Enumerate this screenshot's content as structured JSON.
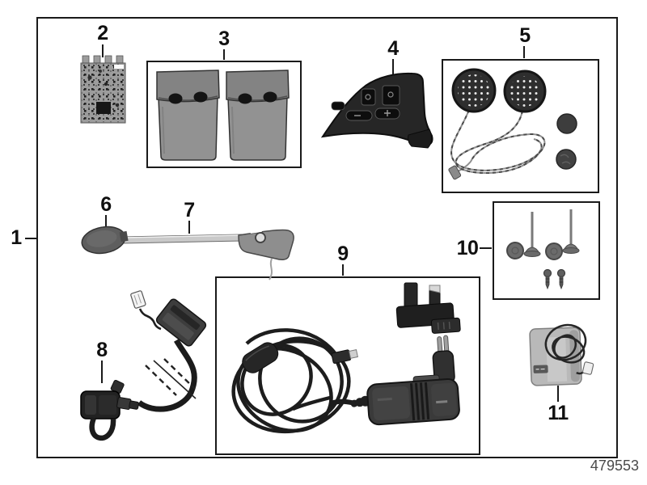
{
  "diagram": {
    "part_number": "479553",
    "callouts": {
      "c1": "1",
      "c2": "2",
      "c3": "3",
      "c4": "4",
      "c5": "5",
      "c6": "6",
      "c7": "7",
      "c8": "8",
      "c9": "9",
      "c10": "10",
      "c11": "11"
    },
    "parts": {
      "1": "complete-kit-boundary",
      "2": "circuit-board",
      "3": "storage-pouches",
      "4": "handlebar-control-unit",
      "5": "helmet-speaker-set",
      "6": "microphone-windscreen",
      "7": "microphone-boom-arm",
      "8": "adapter-cable",
      "9": "charger-with-plug-adapters",
      "10": "mounting-fastener-set",
      "11": "battery-pack"
    },
    "colors": {
      "background": "#ffffff",
      "line": "#1a1a1a",
      "label_text": "#101010",
      "part_number_text": "#4a4a4a"
    }
  }
}
